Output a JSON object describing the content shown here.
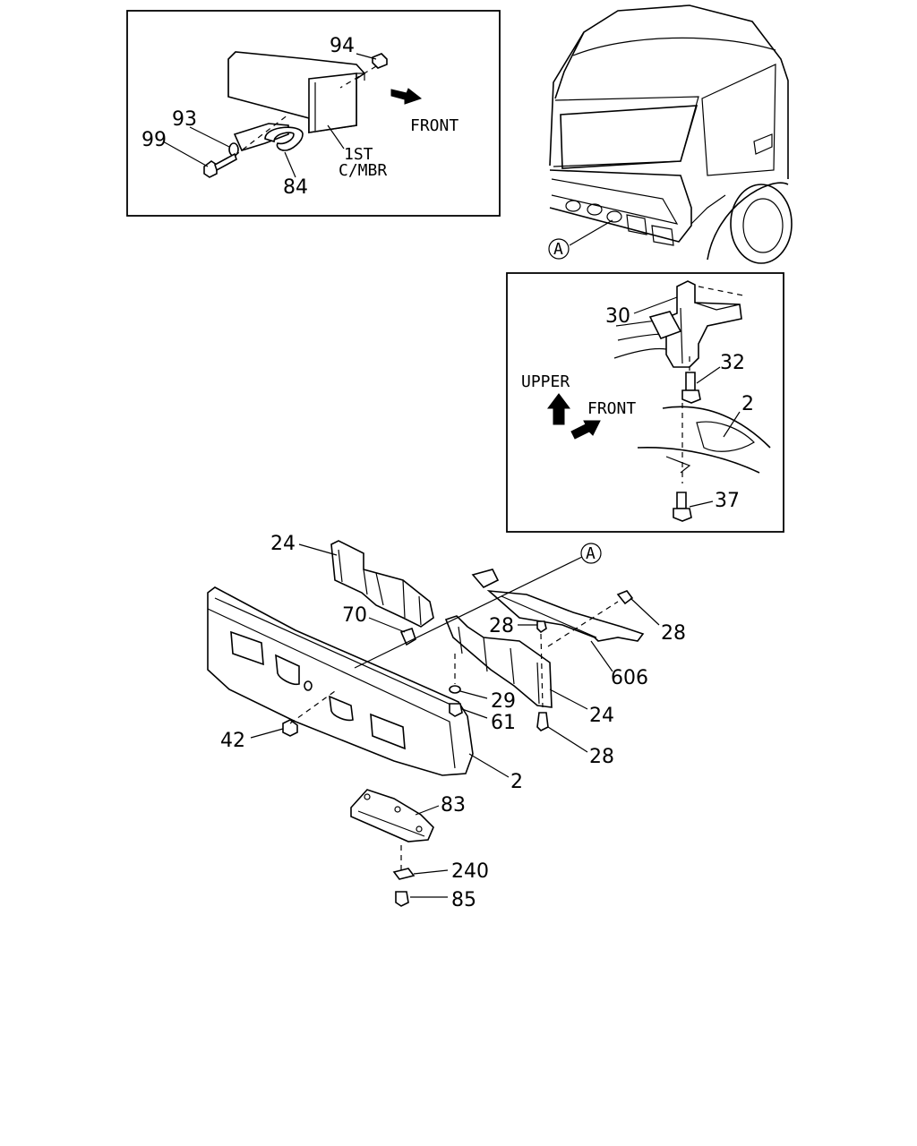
{
  "callouts": {
    "c94": "94",
    "c93": "93",
    "c99": "99",
    "c84": "84",
    "c30": "30",
    "c32": "32",
    "c2_inset": "2",
    "c37": "37",
    "c24_top": "24",
    "c70": "70",
    "c28_a": "28",
    "c28_b": "28",
    "c606": "606",
    "c29": "29",
    "c61": "61",
    "c24_mid": "24",
    "c28_c": "28",
    "c42": "42",
    "c2_main": "2",
    "c83": "83",
    "c240": "240",
    "c85": "85"
  },
  "annotations": {
    "front_top": "FRONT",
    "first_member_line1": "1ST",
    "first_member_line2": "C/MBR",
    "upper": "UPPER",
    "front_inset": "FRONT",
    "ref_a_truck": "A",
    "ref_a_main": "A"
  }
}
